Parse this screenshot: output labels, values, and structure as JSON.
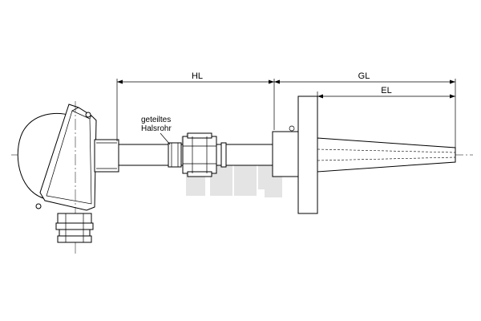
{
  "dimensions": {
    "hl": "HL",
    "gl": "GL",
    "el": "EL"
  },
  "annotation": {
    "line1": "geteiltes",
    "line2": "Halsrohr"
  },
  "watermark": {
    "text": "tmg",
    "color": "#e4e4e4"
  },
  "colors": {
    "stroke": "#000000",
    "background": "#ffffff"
  }
}
